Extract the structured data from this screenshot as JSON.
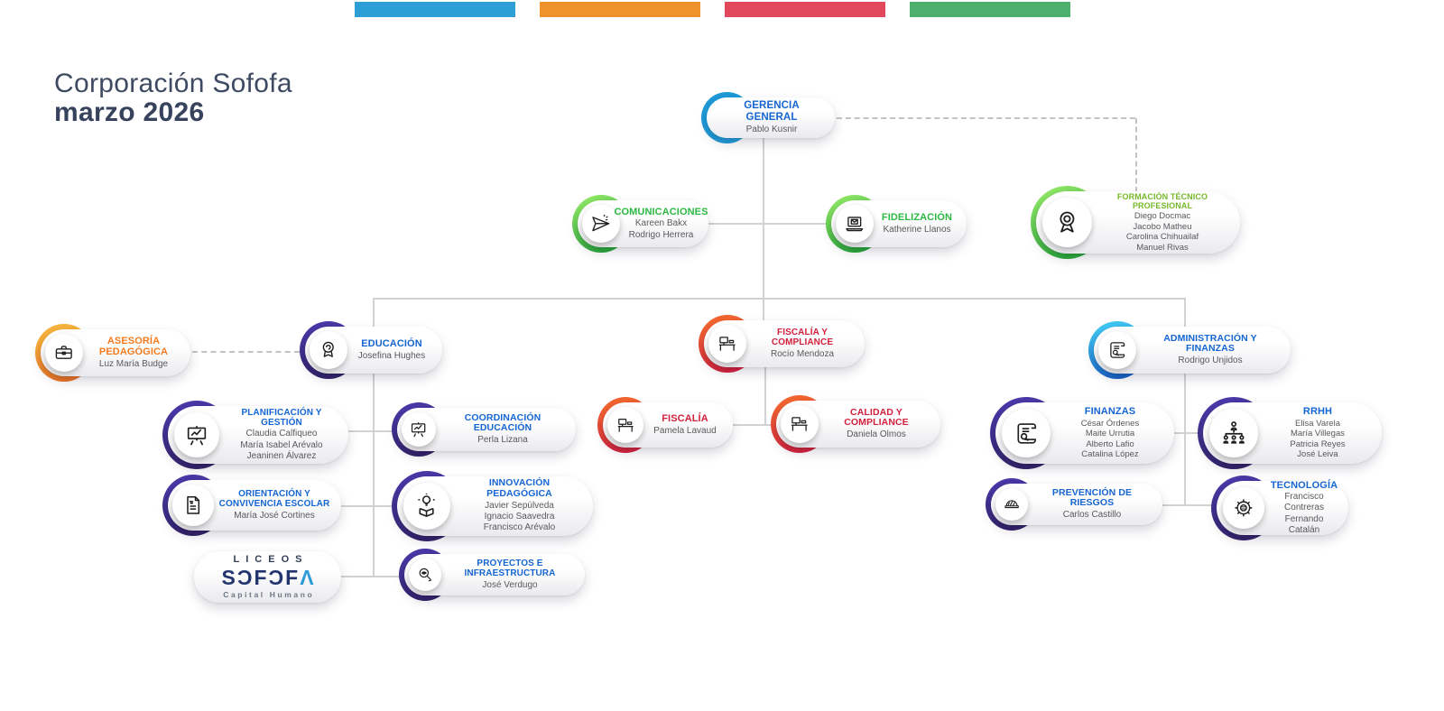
{
  "header": {
    "title": "Corporación Sofofa",
    "subtitle": "marzo 2026",
    "accent_bars": [
      "#2E9FD6",
      "#F0922B",
      "#E2485C",
      "#4CAF6B"
    ]
  },
  "colors": {
    "title_blue": "#1565D2",
    "title_green": "#2CB742",
    "title_olive_green": "#76B82A",
    "title_orange": "#F47C20",
    "title_red": "#D21F3C",
    "person_text": "#58595B"
  },
  "logo_node": {
    "line1": "LICEOS",
    "wordmark": "SOFOFA",
    "wordmark_display": "SƆFƆFΛ",
    "tagline": "Capital Humano"
  },
  "nodes": [
    {
      "id": "gerencia-general",
      "title": "GERENCIA GENERAL",
      "people": [
        "Pablo Kusnir"
      ],
      "ring": "blue",
      "title_color": "#1565D2",
      "icon": null
    },
    {
      "id": "comunicaciones",
      "title": "COMUNICACIONES",
      "people": [
        "Kareen Bakx",
        "Rodrigo Herrera"
      ],
      "ring": "green",
      "title_color": "#2CB742",
      "icon": "paper-plane"
    },
    {
      "id": "fidelizacion",
      "title": "FIDELIZACIÓN",
      "people": [
        "Katherine Llanos"
      ],
      "ring": "green",
      "title_color": "#2CB742",
      "icon": "laptop-mail"
    },
    {
      "id": "formacion-tecnico-profesional",
      "title": "FORMACIÓN TÉCNICO PROFESIONAL",
      "people": [
        "Diego Docmac",
        "Jacobo Matheu",
        "Carolina Chihuailaf",
        "Manuel Rivas"
      ],
      "ring": "green",
      "title_color": "#76B82A",
      "icon": "medal"
    },
    {
      "id": "asesoria-pedagogica",
      "title": "ASESORÍA PEDAGÓGICA",
      "people": [
        "Luz María Budge"
      ],
      "ring": "orange",
      "title_color": "#F47C20",
      "icon": "briefcase"
    },
    {
      "id": "educacion",
      "title": "EDUCACIÓN",
      "people": [
        "Josefina Hughes"
      ],
      "ring": "purple",
      "title_color": "#1565D2",
      "icon": "badge"
    },
    {
      "id": "fiscalia-y-compliance",
      "title": "FISCALÍA Y COMPLIANCE",
      "people": [
        "Rocío Mendoza"
      ],
      "ring": "red",
      "title_color": "#D21F3C",
      "icon": "desk"
    },
    {
      "id": "administracion-y-finanzas",
      "title": "ADMINISTRACIÓN Y FINANZAS",
      "people": [
        "Rodrigo Unjidos"
      ],
      "ring": "skyblue",
      "title_color": "#1565D2",
      "icon": "scroll"
    },
    {
      "id": "planificacion-y-gestion",
      "title": "PLANIFICACIÓN Y GESTIÓN",
      "people": [
        "Claudia Calfiqueo",
        "María Isabel Arévalo",
        "Jeaninen Álvarez"
      ],
      "ring": "purple",
      "title_color": "#1565D2",
      "icon": "presentation"
    },
    {
      "id": "coordinacion-educacion",
      "title": "COORDINACIÓN EDUCACIÓN",
      "people": [
        "Perla Lizana"
      ],
      "ring": "purple",
      "title_color": "#1565D2",
      "icon": "presentation"
    },
    {
      "id": "orientacion-y-convivencia-escolar",
      "title": "ORIENTACIÓN Y CONVIVENCIA ESCOLAR",
      "people": [
        "María José Cortines"
      ],
      "ring": "purple",
      "title_color": "#1565D2",
      "icon": "document"
    },
    {
      "id": "innovacion-pedagogica",
      "title": "INNOVACIÓN PEDAGÓGICA",
      "people": [
        "Javier Sepúlveda",
        "Ignacio Saavedra",
        "Francisco Arévalo"
      ],
      "ring": "purple",
      "title_color": "#1565D2",
      "icon": "idea"
    },
    {
      "id": "proyectos-e-infraestructura",
      "title": "PROYECTOS E INFRAESTRUCTURA",
      "people": [
        "José Verdugo"
      ],
      "ring": "purple",
      "title_color": "#1565D2",
      "icon": "magnifier"
    },
    {
      "id": "fiscalia",
      "title": "FISCALÍA",
      "people": [
        "Pamela Lavaud"
      ],
      "ring": "red",
      "title_color": "#D21F3C",
      "icon": "desk"
    },
    {
      "id": "calidad-y-compliance",
      "title": "CALIDAD Y COMPLIANCE",
      "people": [
        "Daniela Olmos"
      ],
      "ring": "red",
      "title_color": "#D21F3C",
      "icon": "desk"
    },
    {
      "id": "finanzas",
      "title": "FINANZAS",
      "people": [
        "César Órdenes",
        "Maite Urrutia",
        "Alberto Lafio",
        "Catalina López"
      ],
      "ring": "purple",
      "title_color": "#1565D2",
      "icon": "scroll"
    },
    {
      "id": "rrhh",
      "title": "RRHH",
      "people": [
        "Elisa Varela",
        "María Villegas",
        "Patricia Reyes",
        "José Leiva"
      ],
      "ring": "purple",
      "title_color": "#1565D2",
      "icon": "org-chart"
    },
    {
      "id": "prevencion-de-riesgos",
      "title": "PREVENCIÓN DE RIESGOS",
      "people": [
        "Carlos Castillo"
      ],
      "ring": "purple",
      "title_color": "#1565D2",
      "icon": "safety"
    },
    {
      "id": "tecnologia",
      "title": "TECNOLOGÍA",
      "people": [
        "Francisco Contreras",
        "Fernando Catalán"
      ],
      "ring": "purple",
      "title_color": "#1565D2",
      "icon": "gear"
    }
  ]
}
